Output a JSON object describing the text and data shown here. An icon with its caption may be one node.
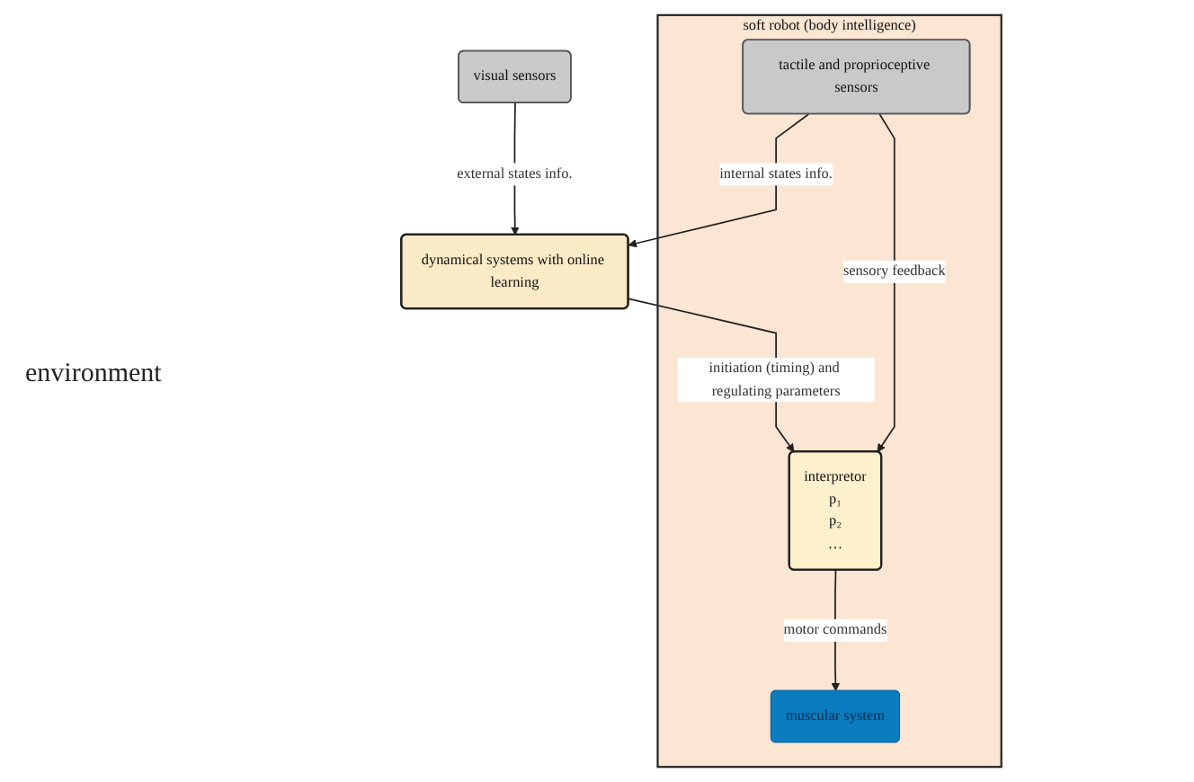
{
  "diagram": {
    "nodes": [
      {
        "text": [
          "visual sensors"
        ]
      },
      {
        "text": [
          "dynamical systems with online learning"
        ]
      },
      {
        "text": [
          "soft robot (body intelligence)"
        ]
      },
      {
        "text": [
          "muscular system"
        ],
        "in": 2
      },
      {
        "text": [
          "interpretor",
          "p₁",
          "p₂",
          "…"
        ],
        "in": 2
      },
      {
        "text": [
          "tactile and proprioceptive sensors"
        ],
        "in": 2
      }
    ],
    "edges": [
      {
        "from": 0,
        "to": 1,
        "arrow": "to",
        "label": "external states info."
      },
      {
        "from": 1,
        "to": 4,
        "arrow": "to",
        "label": "initiation (timing) and regulating parameters"
      },
      {
        "from": 5,
        "to": 1,
        "arrow": "to",
        "label": "internal states info."
      },
      {
        "from": 5,
        "to": 4,
        "arrow": "to",
        "label": "sensory feedback"
      },
      {
        "from": 4,
        "to": 3,
        "arrow": "to",
        "label": "motor commands"
      }
    ],
    "labels": [
      "environment"
    ]
  }
}
